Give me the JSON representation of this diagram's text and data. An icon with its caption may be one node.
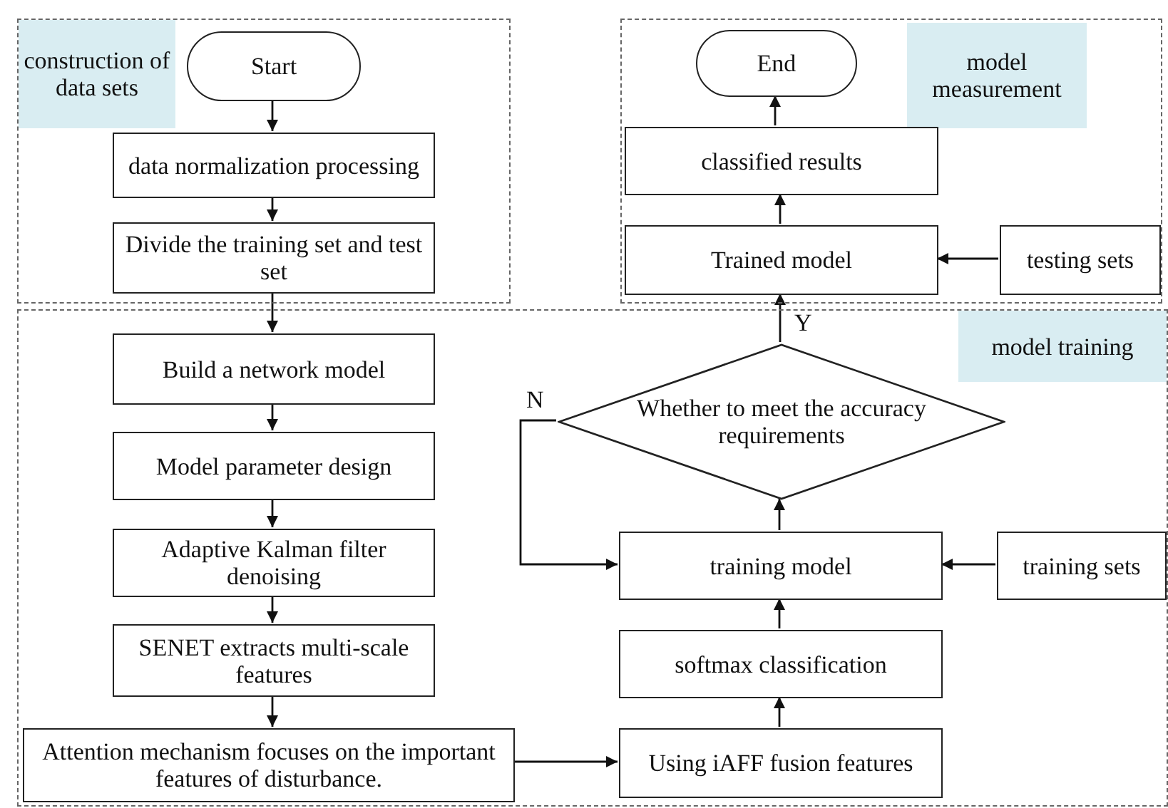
{
  "diagram": {
    "nodes": [
      {
        "text": [
          "construction of data sets"
        ]
      },
      {
        "text": [
          "Start"
        ],
        "in": 0
      },
      {
        "text": [
          "data normalization processing"
        ],
        "in": 0
      },
      {
        "text": [
          "Divide the training set and test set"
        ],
        "in": 0
      },
      {
        "text": [
          "model measurement"
        ]
      },
      {
        "text": [
          "End"
        ],
        "in": 4
      },
      {
        "text": [
          "classified results"
        ],
        "in": 4
      },
      {
        "text": [
          "Trained model"
        ],
        "in": 4
      },
      {
        "text": [
          "testing sets"
        ],
        "in": 4
      },
      {
        "text": [
          "model training"
        ]
      },
      {
        "text": [
          "Build a network model"
        ],
        "in": 9
      },
      {
        "text": [
          "Model parameter design"
        ],
        "in": 9
      },
      {
        "text": [
          "Adaptive Kalman filter denoising"
        ],
        "in": 9
      },
      {
        "text": [
          "SENET extracts multi-scale features"
        ],
        "in": 9
      },
      {
        "text": [
          "Attention mechanism focuses on the important features of disturbance."
        ],
        "in": 9
      },
      {
        "text": [
          "Whether to meet the accuracy requirements"
        ],
        "in": 9
      },
      {
        "text": [
          "training model"
        ],
        "in": 9
      },
      {
        "text": [
          "training sets"
        ],
        "in": 9
      },
      {
        "text": [
          "softmax classification"
        ],
        "in": 9
      },
      {
        "text": [
          "Using iAFF fusion features"
        ],
        "in": 9
      }
    ],
    "edges": [
      {
        "from": 1,
        "to": 2,
        "arrow": "to"
      },
      {
        "from": 2,
        "to": 3,
        "arrow": "to"
      },
      {
        "from": 3,
        "to": 10,
        "arrow": "to"
      },
      {
        "from": 10,
        "to": 11,
        "arrow": "to"
      },
      {
        "from": 11,
        "to": 12,
        "arrow": "to"
      },
      {
        "from": 12,
        "to": 13,
        "arrow": "to"
      },
      {
        "from": 13,
        "to": 14,
        "arrow": "to"
      },
      {
        "from": 14,
        "to": 19,
        "arrow": "to"
      },
      {
        "from": 19,
        "to": 18,
        "arrow": "to"
      },
      {
        "from": 18,
        "to": 16,
        "arrow": "to"
      },
      {
        "from": 17,
        "to": 16,
        "arrow": "to"
      },
      {
        "from": 16,
        "to": 15,
        "arrow": "to"
      },
      {
        "from": 15,
        "to": 7,
        "label": "Y",
        "arrow": "to"
      },
      {
        "from": 15,
        "to": 16,
        "label": "N",
        "arrow": "to"
      },
      {
        "from": 8,
        "to": 7,
        "arrow": "to"
      },
      {
        "from": 7,
        "to": 6,
        "arrow": "to"
      },
      {
        "from": 6,
        "to": 5,
        "arrow": "to"
      }
    ]
  }
}
